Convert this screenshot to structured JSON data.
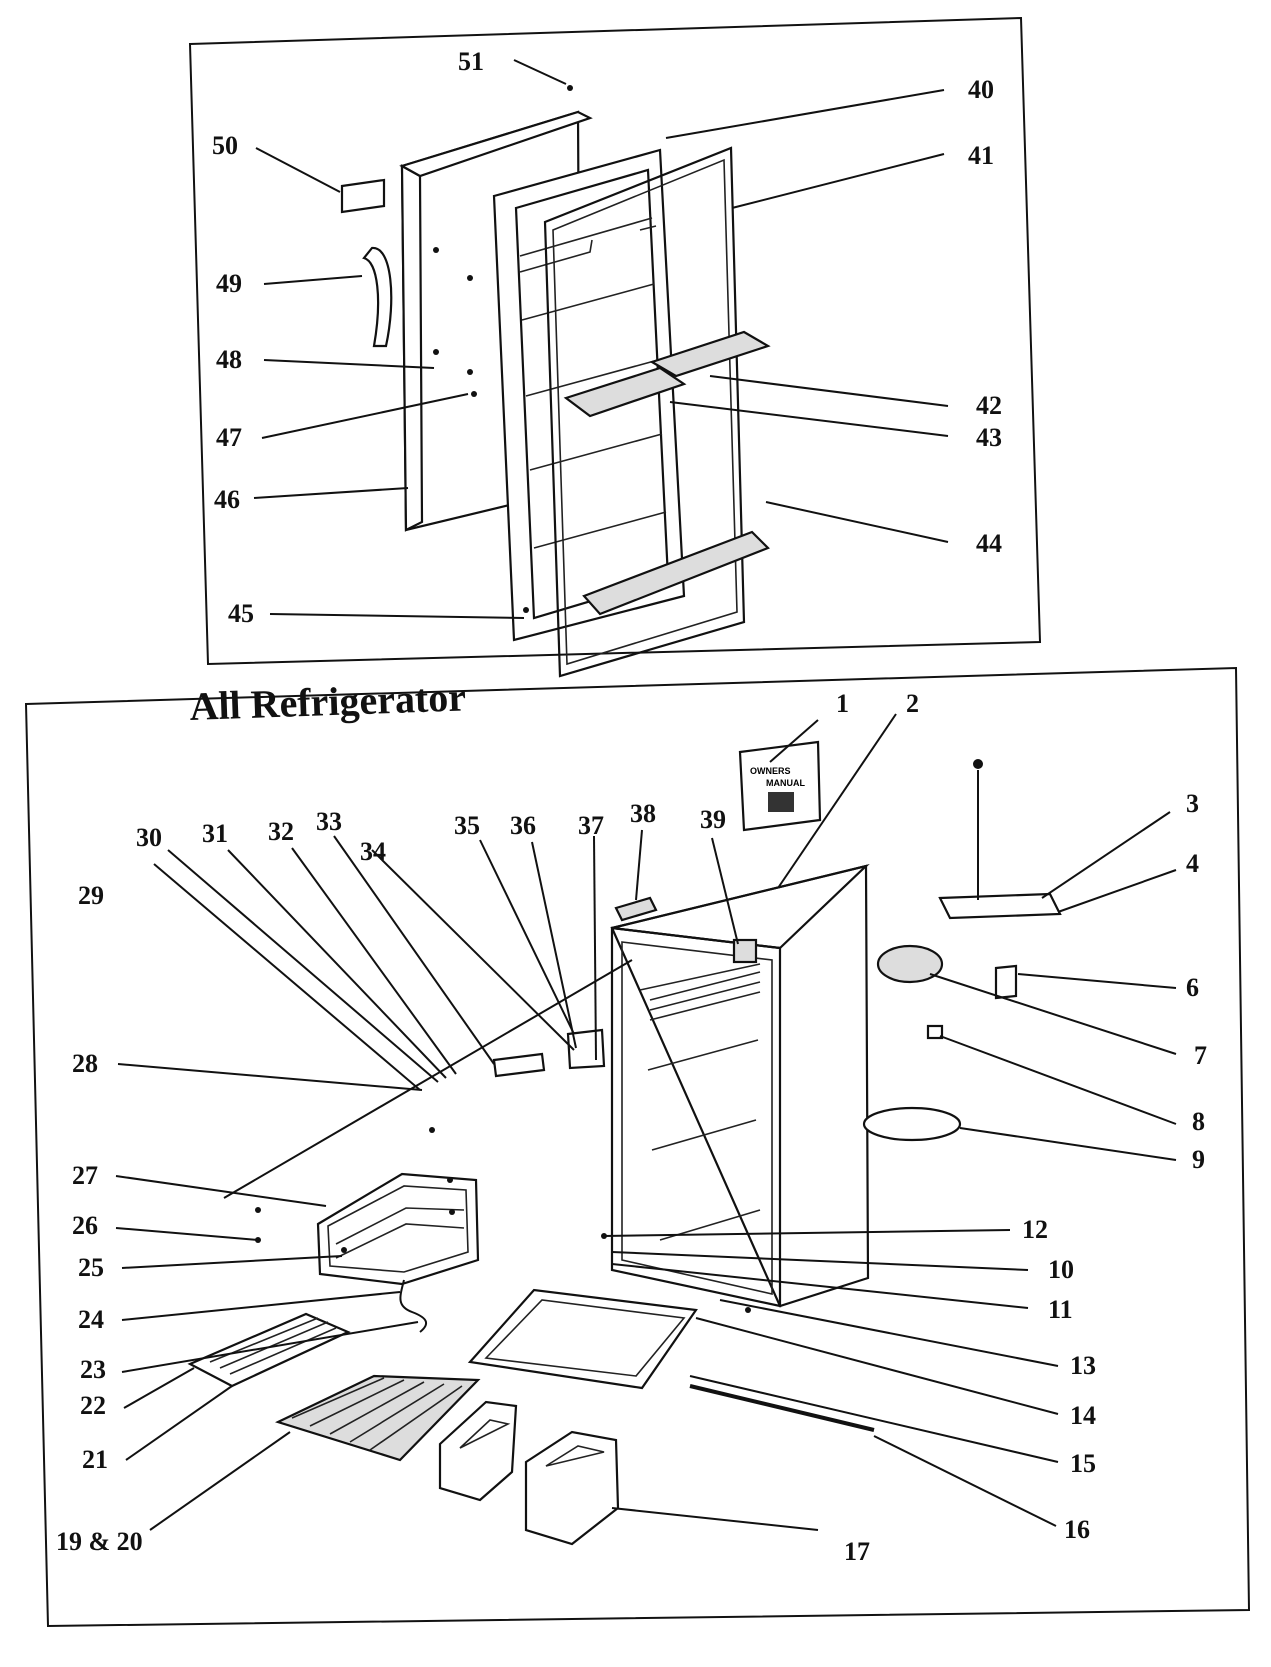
{
  "title": "All Refrigerator",
  "manual_text": {
    "line1": "OWNERS",
    "line2": "MANUAL"
  },
  "callouts": [
    {
      "id": "c51",
      "text": "51"
    },
    {
      "id": "c40",
      "text": "40"
    },
    {
      "id": "c50",
      "text": "50"
    },
    {
      "id": "c41",
      "text": "41"
    },
    {
      "id": "c49",
      "text": "49"
    },
    {
      "id": "c48",
      "text": "48"
    },
    {
      "id": "c47",
      "text": "47"
    },
    {
      "id": "c42",
      "text": "42"
    },
    {
      "id": "c43",
      "text": "43"
    },
    {
      "id": "c46",
      "text": "46"
    },
    {
      "id": "c44",
      "text": "44"
    },
    {
      "id": "c45",
      "text": "45"
    },
    {
      "id": "c1",
      "text": "1"
    },
    {
      "id": "c2",
      "text": "2"
    },
    {
      "id": "c3",
      "text": "3"
    },
    {
      "id": "c4",
      "text": "4"
    },
    {
      "id": "c6",
      "text": "6"
    },
    {
      "id": "c7",
      "text": "7"
    },
    {
      "id": "c8",
      "text": "8"
    },
    {
      "id": "c9",
      "text": "9"
    },
    {
      "id": "c12",
      "text": "12"
    },
    {
      "id": "c10",
      "text": "10"
    },
    {
      "id": "c11",
      "text": "11"
    },
    {
      "id": "c13",
      "text": "13"
    },
    {
      "id": "c14",
      "text": "14"
    },
    {
      "id": "c15",
      "text": "15"
    },
    {
      "id": "c16",
      "text": "16"
    },
    {
      "id": "c17",
      "text": "17"
    },
    {
      "id": "c30",
      "text": "30"
    },
    {
      "id": "c31",
      "text": "31"
    },
    {
      "id": "c32",
      "text": "32"
    },
    {
      "id": "c33",
      "text": "33"
    },
    {
      "id": "c34",
      "text": "34"
    },
    {
      "id": "c35",
      "text": "35"
    },
    {
      "id": "c36",
      "text": "36"
    },
    {
      "id": "c37",
      "text": "37"
    },
    {
      "id": "c38",
      "text": "38"
    },
    {
      "id": "c39",
      "text": "39"
    },
    {
      "id": "c29",
      "text": "29"
    },
    {
      "id": "c28",
      "text": "28"
    },
    {
      "id": "c27",
      "text": "27"
    },
    {
      "id": "c26",
      "text": "26"
    },
    {
      "id": "c25",
      "text": "25"
    },
    {
      "id": "c24",
      "text": "24"
    },
    {
      "id": "c23",
      "text": "23"
    },
    {
      "id": "c22",
      "text": "22"
    },
    {
      "id": "c21",
      "text": "21"
    },
    {
      "id": "c1920",
      "text": "19 & 20"
    }
  ]
}
